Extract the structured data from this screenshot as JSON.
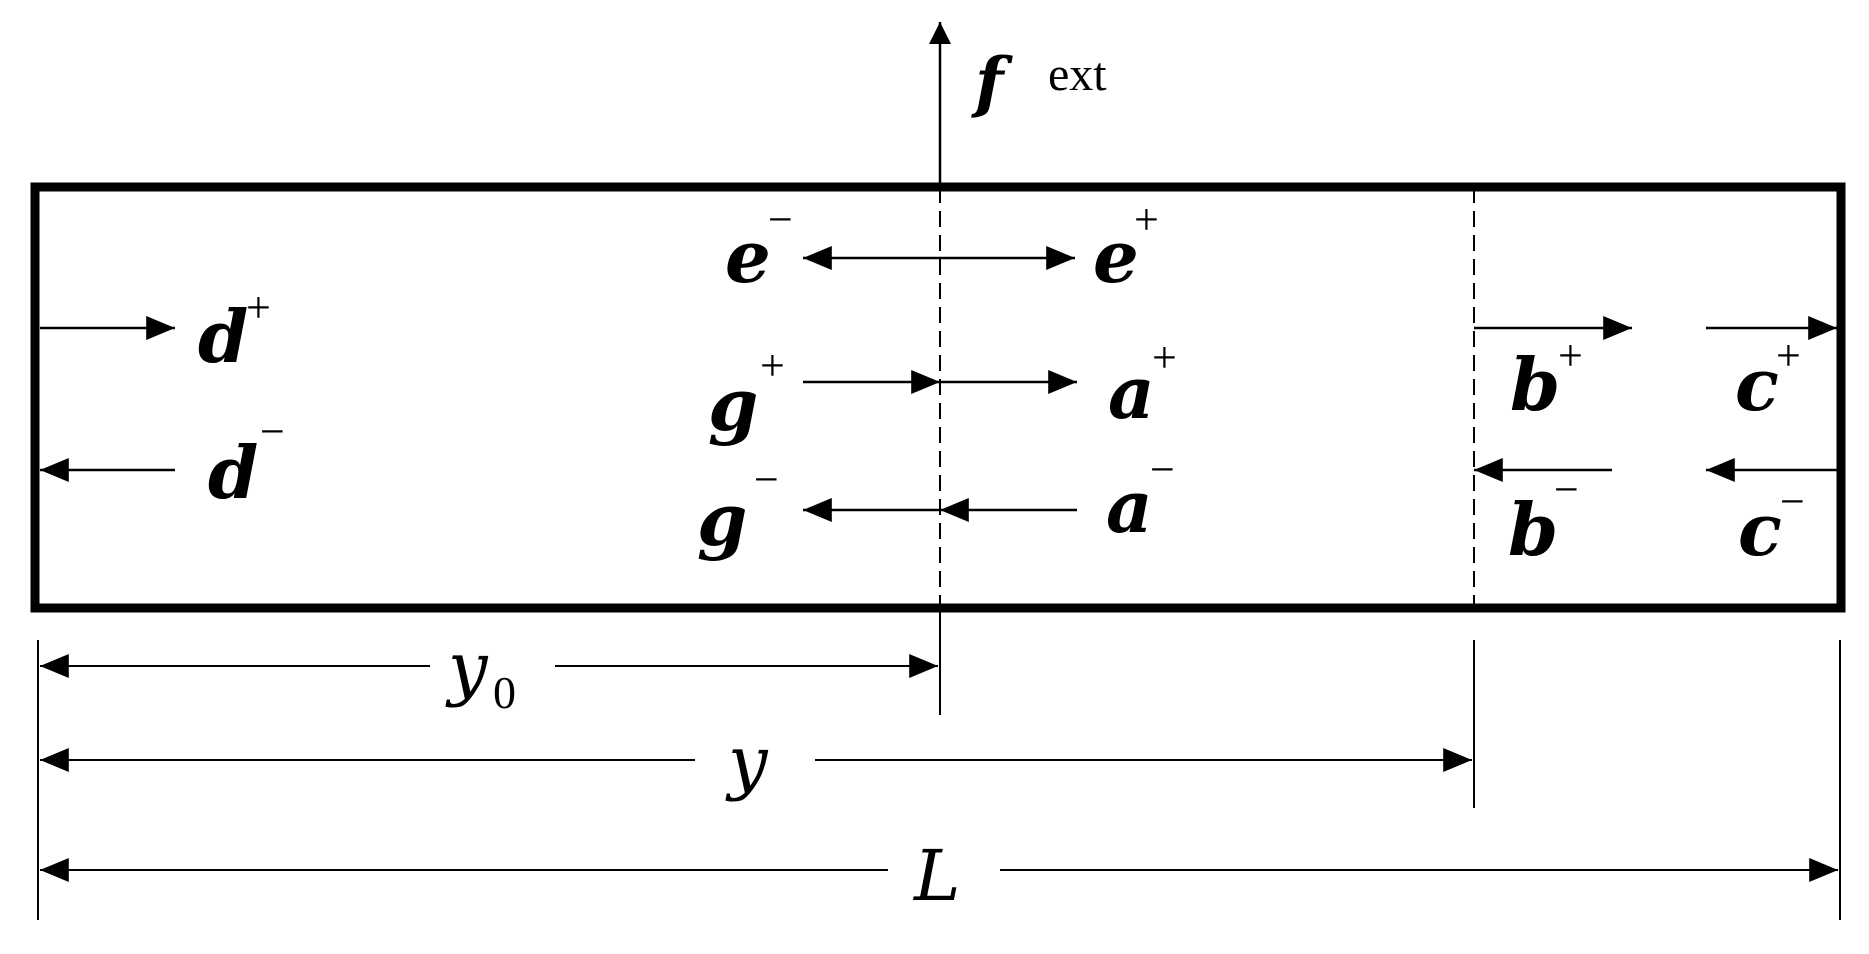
{
  "force": {
    "symbol": "f",
    "subscript": "ext"
  },
  "waves": {
    "e_minus": {
      "base": "e",
      "sign": "−"
    },
    "e_plus": {
      "base": "e",
      "sign": "+"
    },
    "d_plus": {
      "base": "d",
      "sign": "+"
    },
    "d_minus": {
      "base": "d",
      "sign": "−"
    },
    "g_plus": {
      "base": "g",
      "sign": "+"
    },
    "g_minus": {
      "base": "g",
      "sign": "−"
    },
    "a_plus": {
      "base": "a",
      "sign": "+"
    },
    "a_minus": {
      "base": "a",
      "sign": "−"
    },
    "b_plus": {
      "base": "b",
      "sign": "+"
    },
    "b_minus": {
      "base": "b",
      "sign": "−"
    },
    "c_plus": {
      "base": "c",
      "sign": "+"
    },
    "c_minus": {
      "base": "c",
      "sign": "−"
    }
  },
  "dimensions": {
    "y0": {
      "base": "y",
      "subscript": "0"
    },
    "y": {
      "base": "y"
    },
    "L": {
      "base": "L"
    }
  },
  "colors": {
    "ink": "#000000",
    "background": "#ffffff"
  }
}
